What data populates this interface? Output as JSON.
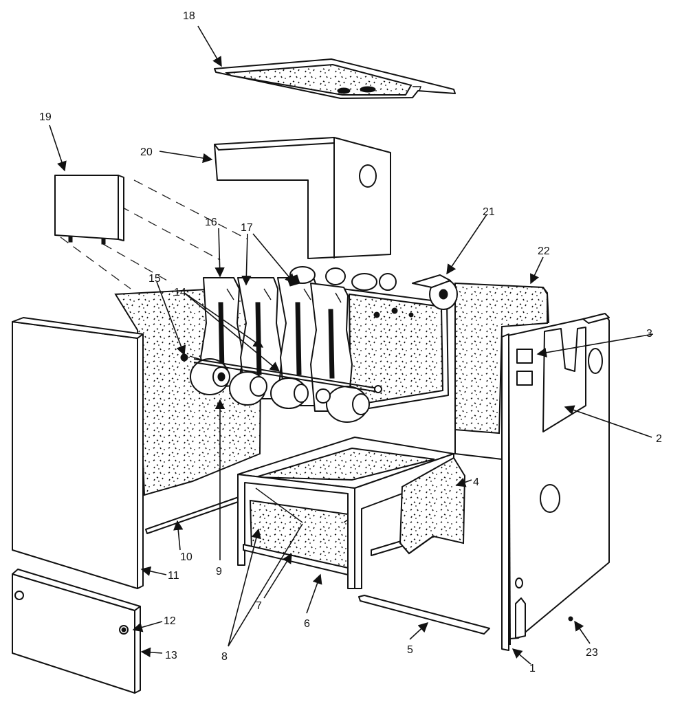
{
  "diagram": {
    "parts": [
      {
        "id": "board-top",
        "label": "18"
      },
      {
        "id": "control-panel",
        "label": "19"
      },
      {
        "id": "jacket-top",
        "label": "20"
      },
      {
        "id": "section-rear",
        "label": "21"
      },
      {
        "id": "side-panel-right",
        "label": "22"
      },
      {
        "id": "front-panel-right",
        "label": "3"
      },
      {
        "id": "inner-plate",
        "label": "2"
      },
      {
        "id": "base-insulation",
        "label": "4"
      },
      {
        "id": "base-strip",
        "label": "5"
      },
      {
        "id": "base-frame",
        "label": "6"
      },
      {
        "id": "base-bottom-panel",
        "label": "7"
      },
      {
        "id": "base-side-bracket",
        "label": "8"
      },
      {
        "id": "section-front",
        "label": "9"
      },
      {
        "id": "bottom-rail",
        "label": "10"
      },
      {
        "id": "side-panel-left",
        "label": "11"
      },
      {
        "id": "plug",
        "label": "12"
      },
      {
        "id": "front-lower-panel",
        "label": "13"
      },
      {
        "id": "tie-rods",
        "label": "14"
      },
      {
        "id": "tie-nut",
        "label": "15"
      },
      {
        "id": "section-intermediate",
        "label": "16"
      },
      {
        "id": "push-nipples",
        "label": "17"
      },
      {
        "id": "right-jacket-panel",
        "label": "1"
      },
      {
        "id": "screw",
        "label": "23"
      }
    ]
  }
}
